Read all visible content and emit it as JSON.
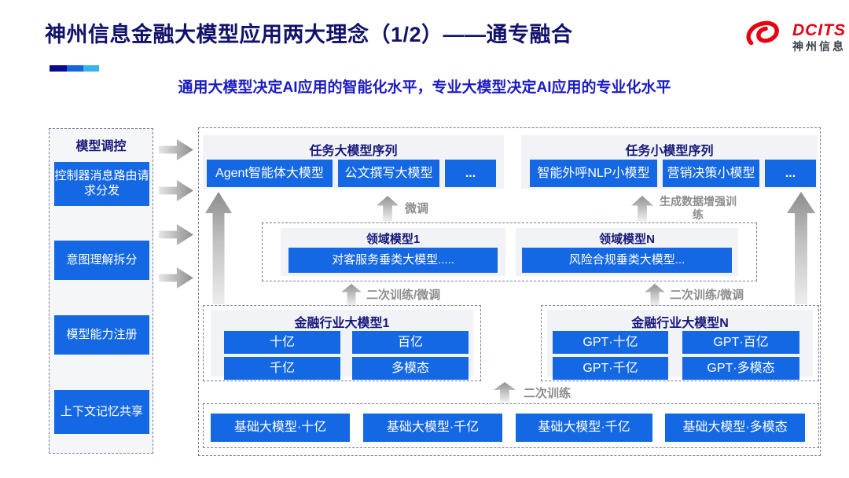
{
  "page": {
    "title": "神州信息金融大模型应用两大理念（1/2）——通专融合",
    "subtitle": "通用大模型决定AI应用的智能化水平，专业大模型决定AI应用的专业化水平"
  },
  "logo": {
    "brand": "DCITS",
    "brand_cn": "神州信息"
  },
  "colors": {
    "box_blue": "#1568e4",
    "header_navy": "#17177a",
    "title_navy": "#12126b",
    "subtitle_blue": "#1c1cc4",
    "accent_dark": "#0a0a8f",
    "accent_blue": "#1565e0",
    "accent_cyan": "#35b4e5",
    "logo_red": "#e60012",
    "label_gray": "#8d8d8d"
  },
  "sidebar": {
    "header": "模型调控",
    "items": [
      "控制器消息路由请求分发",
      "意图理解拆分",
      "模型能力注册",
      "上下文记忆共享"
    ]
  },
  "top_groups": [
    {
      "title": "任务大模型序列",
      "boxes": [
        "Agent智能体大模型",
        "公文撰写大模型",
        "..."
      ]
    },
    {
      "title": "任务小模型序列",
      "boxes": [
        "智能外呼NLP小模型",
        "营销决策小模型",
        "..."
      ]
    }
  ],
  "domain_groups": [
    {
      "title": "领域模型1",
      "box": "对客服务垂类大模型....."
    },
    {
      "title": "领域模型N",
      "box": "风险合规垂类大模型..."
    }
  ],
  "industry_groups": [
    {
      "title": "金融行业大模型1",
      "boxes": [
        "十亿",
        "百亿",
        "千亿",
        "多模态"
      ]
    },
    {
      "title": "金融行业大模型N",
      "boxes": [
        "GPT·十亿",
        "GPT·百亿",
        "GPT·千亿",
        "GPT·多模态"
      ]
    }
  ],
  "base_models": [
    "基础大模型·十亿",
    "基础大模型·千亿",
    "基础大模型·千亿",
    "基础大模型·多模态"
  ],
  "flow_labels": {
    "fine_tune": "微调",
    "gen_data": "生成数据增强训练",
    "second_train_ft_left": "二次训练/微调",
    "second_train_ft_right": "二次训练/微调",
    "second_train": "二次训练"
  }
}
